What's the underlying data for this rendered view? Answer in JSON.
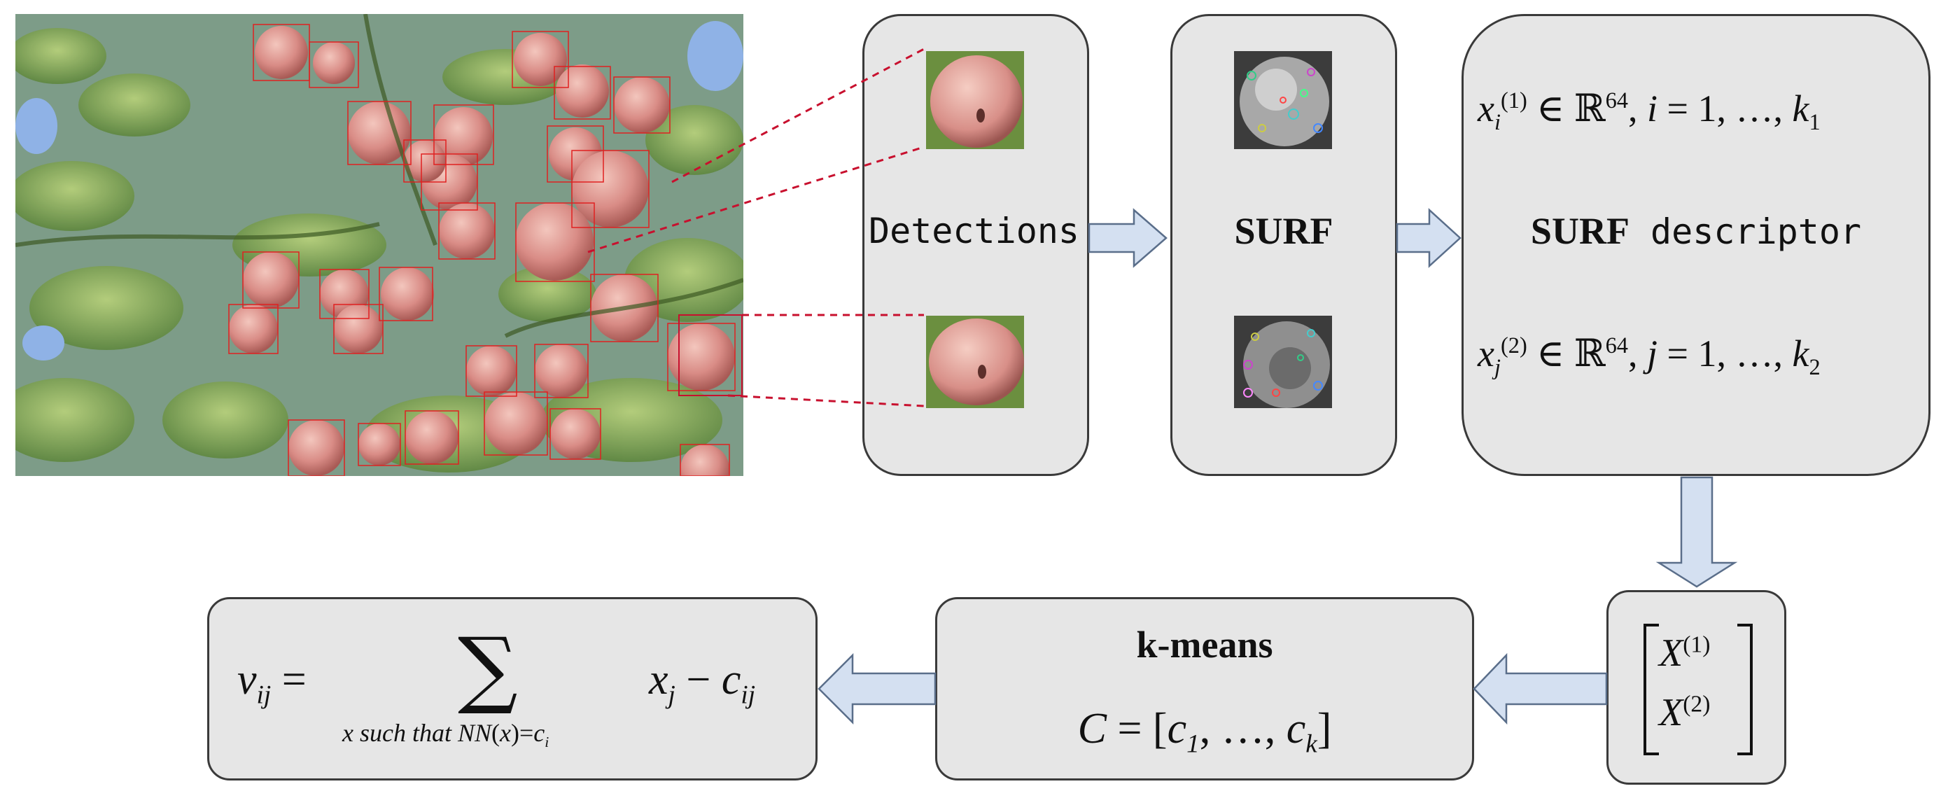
{
  "colors": {
    "panel_fill": "#e6e6e6",
    "panel_border": "#3a3a3a",
    "arrow_fill": "#d4e0f1",
    "arrow_border": "#5a6e8a",
    "detection_box": "#e02020",
    "callout_line": "#c8102e"
  },
  "photo": {
    "icon": "apple-tree-photo"
  },
  "panels": {
    "detections": {
      "label": "Detections"
    },
    "surf": {
      "label": "SURF"
    },
    "descriptor": {
      "label_bold": "SURF",
      "label_rest": " descriptor",
      "eq1": "x_i^(1) ∈ ℝ^64, i = 1, …, k_1",
      "eq2": "x_j^(2) ∈ ℝ^64, j = 1, …, k_2"
    },
    "stack": {
      "row1": "X^(1)",
      "row2": "X^(2)"
    },
    "kmeans": {
      "label": "k-means",
      "eq": "C = [c_1, …, c_k]"
    },
    "vlad": {
      "eq": "v_ij = ∑_{x such that NN(x)=c_i} x_j − c_ij"
    }
  }
}
